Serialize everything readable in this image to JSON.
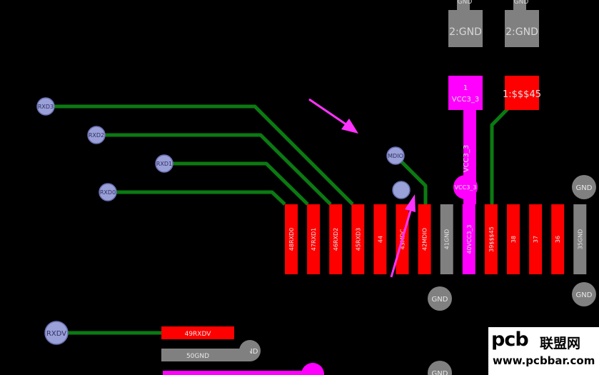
{
  "view": "pcb-layout-editor",
  "colors": {
    "background": "#000000",
    "trace": "#0b7a12",
    "pad_red": "#ff0000",
    "pad_gray": "#808080",
    "pad_magenta": "#ff00ff",
    "via": "#9aa0d8",
    "annotation_arrow": "#ff33ff"
  },
  "top_pads": [
    {
      "id": "gnd-top-1",
      "label": "2:GND",
      "net_small": "GND",
      "color": "gray"
    },
    {
      "id": "gnd-top-2",
      "label": "2:GND",
      "net_small": "GND",
      "color": "gray"
    },
    {
      "id": "vcc-top",
      "label_num": "1",
      "label_net": "VCC3_3",
      "color": "magenta"
    },
    {
      "id": "net45-top",
      "label": "1:$$$45",
      "color": "red"
    }
  ],
  "vias": [
    {
      "id": "rxd3",
      "label": "RXD3"
    },
    {
      "id": "rxd2",
      "label": "RXD2"
    },
    {
      "id": "rxd1",
      "label": "RXD1"
    },
    {
      "id": "rxd0",
      "label": "RXD0"
    },
    {
      "id": "mdio",
      "label": "MDIO"
    },
    {
      "id": "plain",
      "label": ""
    },
    {
      "id": "vcc-via",
      "label": "VCC3_3"
    },
    {
      "id": "gnd-right-top",
      "label": "GND"
    },
    {
      "id": "gnd-right-bot",
      "label": "GND"
    },
    {
      "id": "gnd-41",
      "label": "GND"
    },
    {
      "id": "rxdv",
      "label": "RXDV"
    },
    {
      "id": "gnd-50",
      "label": "GND"
    },
    {
      "id": "gnd-bottom",
      "label": "GND"
    }
  ],
  "vcc_trace_label": "VCC3_3",
  "chip_pads": [
    {
      "id": "p48",
      "label": "48RXD0",
      "color": "red"
    },
    {
      "id": "p47",
      "label": "47RXD1",
      "color": "red"
    },
    {
      "id": "p46",
      "label": "46RXD2",
      "color": "red"
    },
    {
      "id": "p45",
      "label": "45RXD3",
      "color": "red"
    },
    {
      "id": "p44",
      "label": "44",
      "color": "red"
    },
    {
      "id": "p43",
      "label": "43MDC",
      "color": "red"
    },
    {
      "id": "p42",
      "label": "42MDIO",
      "color": "red"
    },
    {
      "id": "p41",
      "label": "41GND",
      "color": "gray"
    },
    {
      "id": "p40",
      "label": "40VCC3_3",
      "color": "magenta"
    },
    {
      "id": "p39",
      "label": "39$$$45",
      "color": "red"
    },
    {
      "id": "p38",
      "label": "38",
      "color": "red"
    },
    {
      "id": "p37",
      "label": "37",
      "color": "red"
    },
    {
      "id": "p36",
      "label": "36",
      "color": "red"
    },
    {
      "id": "p35",
      "label": "35GND",
      "color": "gray"
    }
  ],
  "side_pads": [
    {
      "id": "p49",
      "label": "49RXDV",
      "color": "red"
    },
    {
      "id": "p50",
      "label": "50GND",
      "color": "gray"
    }
  ],
  "watermark": {
    "brand": "pcb",
    "cn": "联盟网",
    "url": "www.pcbbar.com"
  }
}
